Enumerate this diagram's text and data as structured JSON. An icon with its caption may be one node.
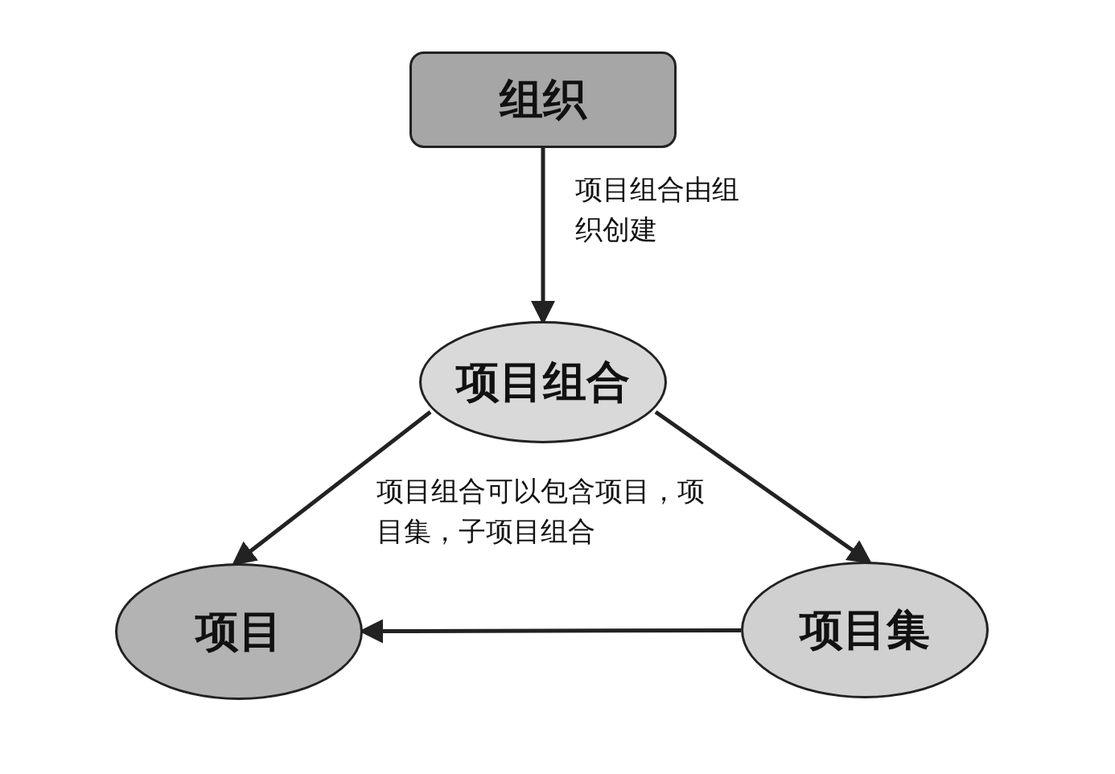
{
  "diagram": {
    "nodes": [
      {
        "text": [
          "组织"
        ]
      },
      {
        "text": [
          "项目组合"
        ]
      },
      {
        "text": [
          "项目"
        ]
      },
      {
        "text": [
          "项目集"
        ]
      }
    ],
    "edges": [
      {
        "from": 0,
        "to": 1,
        "arrow": "to",
        "label": "项目组合由组织创建"
      },
      {
        "from": 1,
        "to": 2,
        "arrow": "to"
      },
      {
        "from": 1,
        "to": 3,
        "arrow": "to"
      },
      {
        "from": 3,
        "to": 2,
        "arrow": "to"
      }
    ],
    "labels": [
      "项目组合可以包含项目，项目集，子项目组合"
    ]
  }
}
